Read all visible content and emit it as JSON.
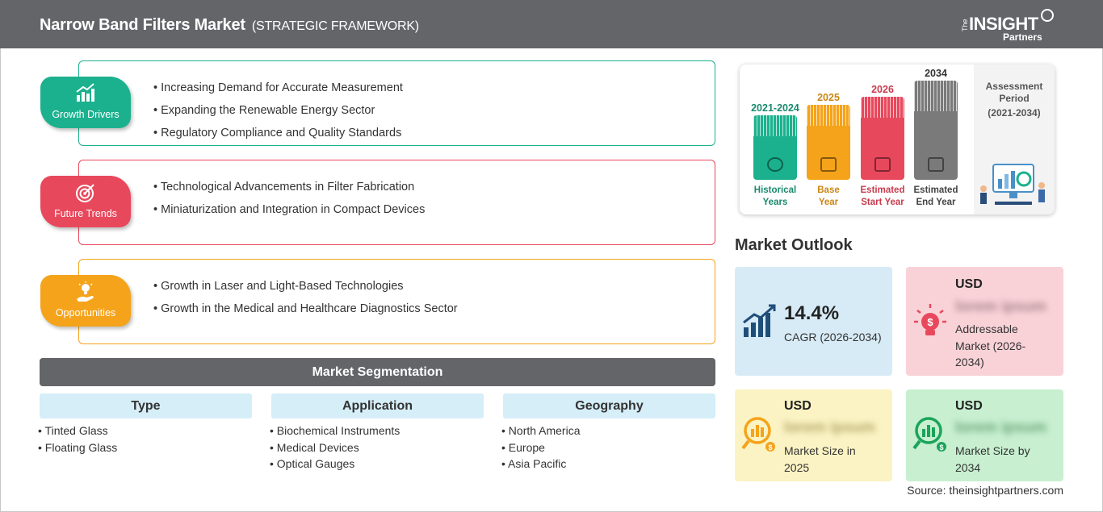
{
  "header": {
    "title": "Narrow Band Filters Market",
    "subtitle": "(STRATEGIC FRAMEWORK)",
    "logo": {
      "the": "The",
      "insight": "INSIGHT",
      "partners": "Partners"
    }
  },
  "framework": {
    "growth_drivers": {
      "label": "Growth Drivers",
      "color": "#1bb18e",
      "items": [
        "Increasing Demand for Accurate Measurement",
        "Expanding the Renewable Energy Sector",
        "Regulatory Compliance and Quality Standards"
      ]
    },
    "future_trends": {
      "label": "Future Trends",
      "color": "#e8485c",
      "items": [
        "Technological Advancements in Filter Fabrication",
        "Miniaturization and Integration in Compact Devices"
      ]
    },
    "opportunities": {
      "label": "Opportunities",
      "color": "#f5a31a",
      "items": [
        "Growth in Laser and Light-Based Technologies",
        "Growth in the Medical and Healthcare Diagnostics Sector"
      ]
    }
  },
  "segmentation": {
    "title": "Market Segmentation",
    "columns": [
      {
        "title": "Type",
        "items": [
          "Tinted Glass",
          "Floating Glass"
        ]
      },
      {
        "title": "Application",
        "items": [
          "Biochemical Instruments",
          "Medical Devices",
          "Optical Gauges"
        ]
      },
      {
        "title": "Geography",
        "items": [
          "North America",
          "Europe",
          "Asia Pacific"
        ]
      }
    ]
  },
  "timeline": {
    "bars": [
      {
        "year": "2021-2024",
        "line1": "Historical",
        "line2": "Years",
        "color": "#1bb18e"
      },
      {
        "year": "2025",
        "line1": "Base",
        "line2": "Year",
        "color": "#f5a31a"
      },
      {
        "year": "2026",
        "line1": "Estimated",
        "line2": "Start Year",
        "color": "#e8485c"
      },
      {
        "year": "2034",
        "line1": "Estimated",
        "line2": "End Year",
        "color": "#7a7a7a"
      }
    ],
    "assessment": {
      "title": "Assessment Period",
      "period": "(2021-2034)"
    }
  },
  "outlook": {
    "title": "Market Outlook",
    "cagr": {
      "value": "14.4%",
      "label": "CAGR (2026-2034)"
    },
    "addressable": {
      "currency": "USD",
      "value": "lorem ipsum",
      "label": "Addressable Market (2026-2034)"
    },
    "size_2025": {
      "currency": "USD",
      "value": "lorem ipsum",
      "label": "Market Size in 2025"
    },
    "size_2034": {
      "currency": "USD",
      "value": "lorem ipsum",
      "label": "Market Size by 2034"
    }
  },
  "source": "Source: theinsightpartners.com"
}
